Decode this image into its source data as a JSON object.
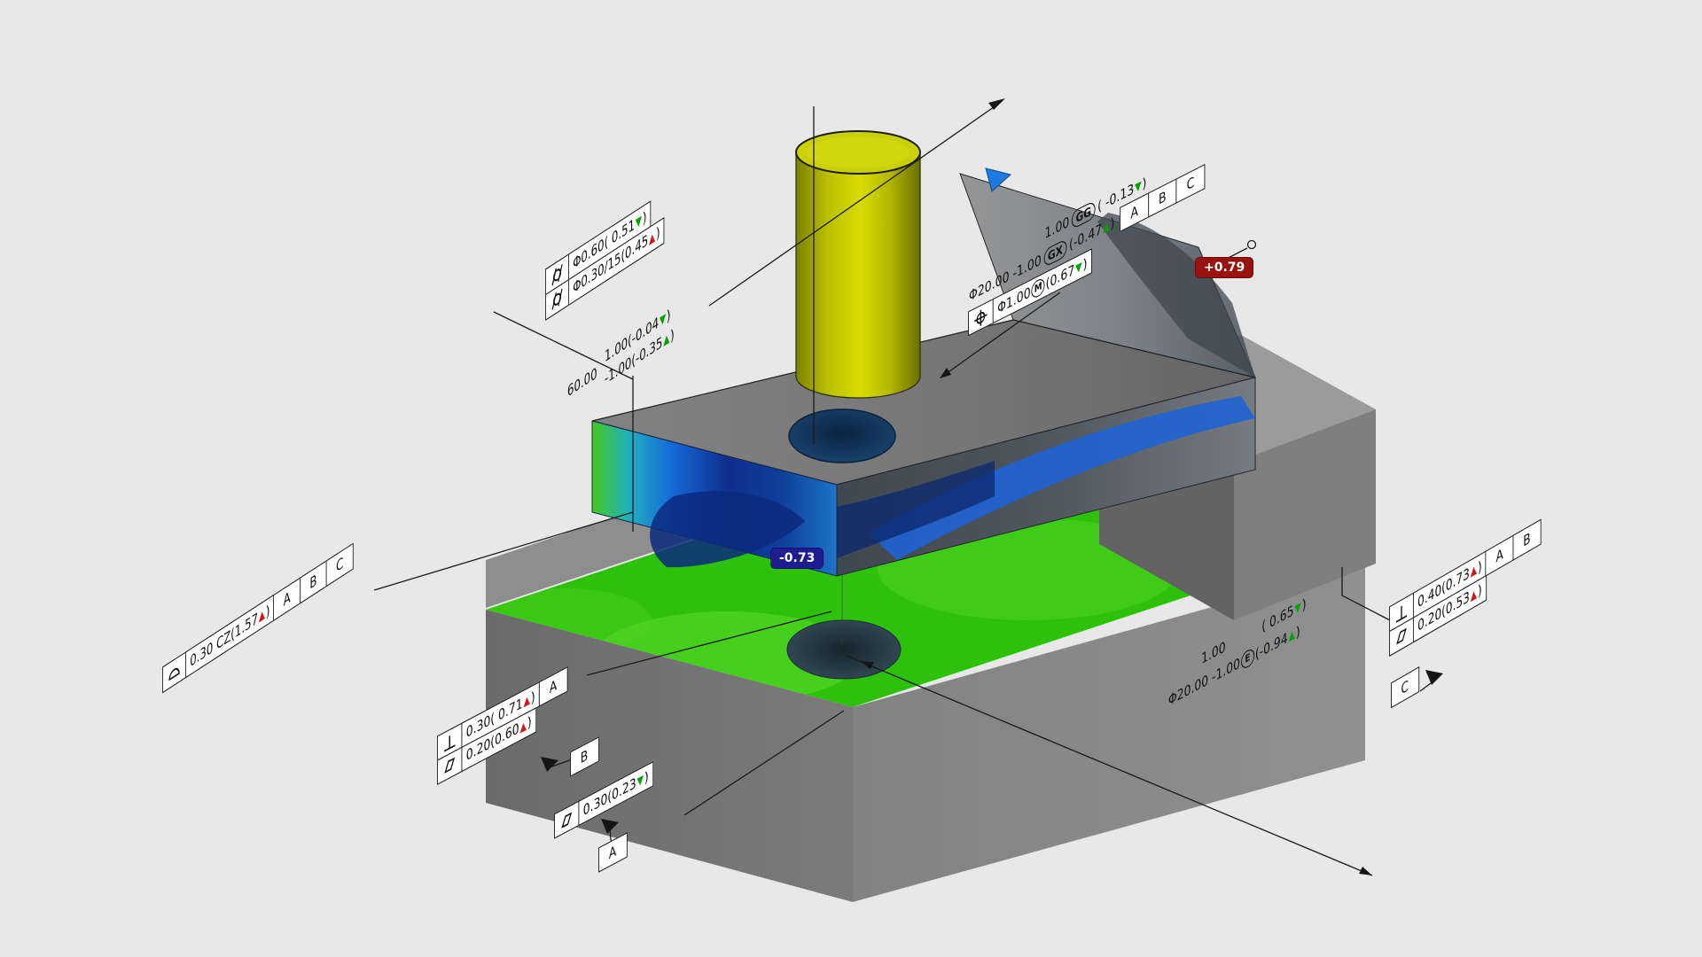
{
  "view": {
    "background": "#e8e8e8"
  },
  "colors": {
    "pass_green": "#00a300",
    "fail_red": "#d31616",
    "max_badge_bg": "#9a1210",
    "min_badge_bg": "#1d1d90",
    "surface_green": "#2ec10c",
    "deviation_blue": "#1f63d4",
    "part_gray": "#8a8a8a",
    "pin_yellow": "#cdd304"
  },
  "annotations": {
    "max_badge": "+0.79",
    "min_badge": "-0.73",
    "pin_fcf": {
      "row1": {
        "main": "Φ0.60( 0.51",
        "arrow": "▼",
        "close": ")"
      },
      "row2": {
        "main": "Φ0.30/15(0.45",
        "arrow": "▲",
        "close": ")"
      }
    },
    "top_hole_group": {
      "line1": {
        "pre": "1.00",
        "pill": "GG",
        "mid": "( -0.13",
        "arrow": "▼",
        "close": ")"
      },
      "line2": {
        "pre": "Φ20.00 -1.00",
        "pill": "GX",
        "mid": "(-0.47",
        "arrow": "▲",
        "close": ")",
        "datums": [
          "A",
          "B",
          "C"
        ]
      },
      "fcf": {
        "pre": "Φ1.00",
        "modifier": "M",
        "mid": "(0.67",
        "arrow": "▼",
        "close": ")"
      }
    },
    "dim_60": {
      "label": "60.00",
      "upper": {
        "main": "1.00(-0.04",
        "arrow": "▼",
        "close": ")"
      },
      "lower": {
        "main": "-1.00(-0.35",
        "arrow": "▲",
        "close": ")"
      }
    },
    "left_fcf": {
      "main": "0.30 CZ(1.57",
      "arrow": "▲",
      "close": ")",
      "datums": [
        "A",
        "B",
        "C"
      ]
    },
    "bl_fcf": {
      "row1": {
        "main": "0.30( 0.71",
        "arrow": "▲",
        "close": ")",
        "datum": "A"
      },
      "row2": {
        "main": "0.20(0.60",
        "arrow": "▲",
        "close": ")"
      },
      "datum_target": "B"
    },
    "bottom_fcf": {
      "main": "0.30(0.23",
      "arrow": "▼",
      "close": ")",
      "datum_target": "A"
    },
    "hole2_dim": {
      "line1": {
        "pre": "1.00",
        "mid": "( 0.65",
        "arrow": "▼",
        "close": ")"
      },
      "line2": {
        "pre": "Φ20.00 -1.00",
        "modifier": "E",
        "mid": "(-0.94",
        "arrow": "▲",
        "close": ")"
      }
    },
    "right_fcf": {
      "row1": {
        "main": "0.40(0.73",
        "arrow": "▲",
        "close": ")",
        "datums": [
          "A",
          "B"
        ]
      },
      "row2": {
        "main": "0.20(0.53",
        "arrow": "▲",
        "close": ")"
      },
      "datum_target": "C"
    }
  }
}
